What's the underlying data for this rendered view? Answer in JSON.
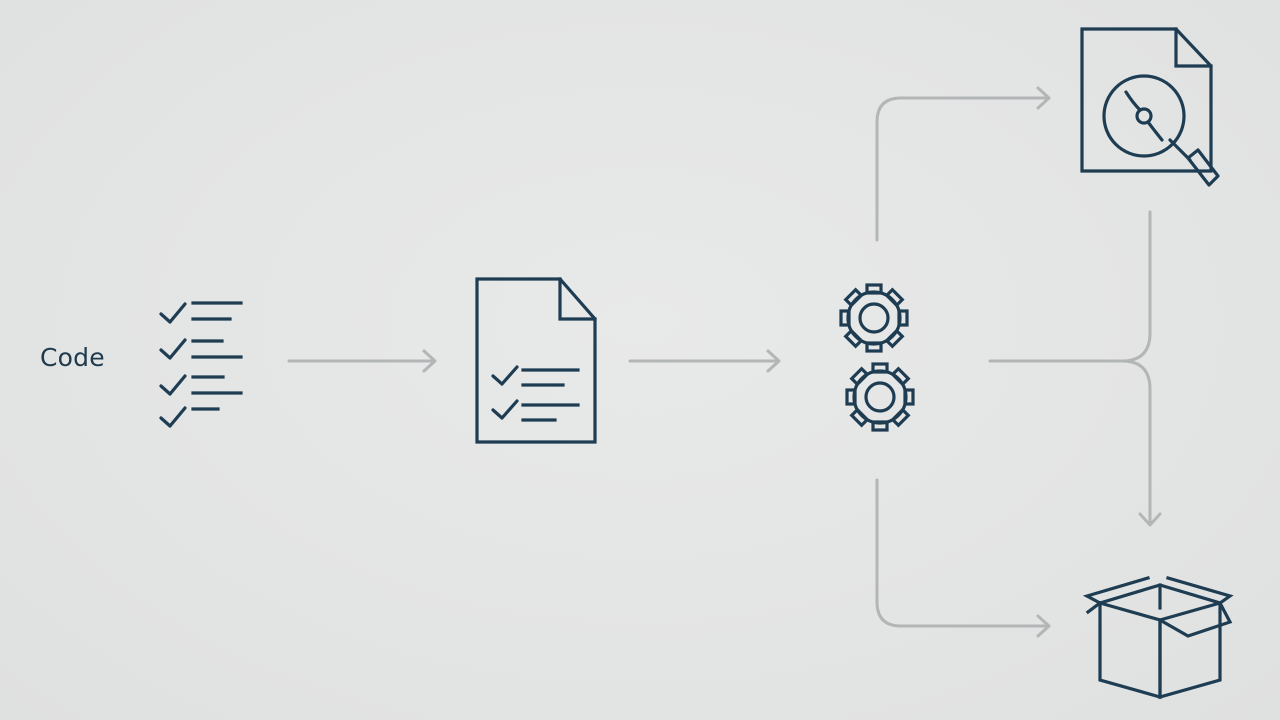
{
  "diagram": {
    "source_label": "Code",
    "colors": {
      "background": "#e4e5e5",
      "icon_stroke": "#1e3d52",
      "connector": "#b3b6b7"
    },
    "nodes": [
      {
        "id": "checklist",
        "icon": "checklist-icon"
      },
      {
        "id": "document",
        "icon": "document-checklist-icon"
      },
      {
        "id": "build",
        "icon": "gears-icon"
      },
      {
        "id": "analysis",
        "icon": "disc-report-icon"
      },
      {
        "id": "package",
        "icon": "open-box-icon"
      }
    ]
  }
}
